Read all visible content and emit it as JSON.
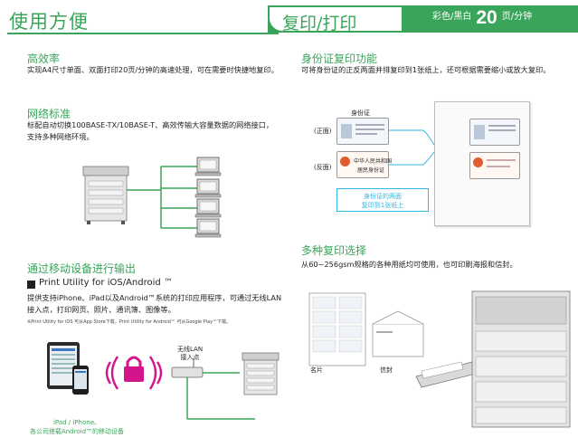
{
  "header": {
    "title": "使用方便",
    "tab_label": "复印/打印",
    "speed_mode": "彩色/黑白",
    "speed_value": "20",
    "speed_unit": "页/分钟"
  },
  "left": {
    "efficiency": {
      "heading": "高效率",
      "text": "实现A4尺寸单面、双面打印20页/分钟的高速处理，可在需要时快捷地复印。"
    },
    "network": {
      "heading": "网络标准",
      "text": "标配自动切换100BASE-TX/10BASE-T、高效传输大容量数据的网络接口，支持多种网络环境。"
    },
    "mobile": {
      "heading": "通过移动设备进行输出",
      "subheading": "Print Utility for iOS/Android ™",
      "text": "提供支持iPhone、iPad以及Android™系统的打印应用程序，可通过无线LAN接入点，打印网页、照片、通讯簿、图像等。",
      "note": "※Print Utility for iOS 可从App Store下载，Print Utility for Android™ 可从Google Play™下载。",
      "access_point_label": "无线LAN\n接入点",
      "device_caption": "iPad / iPhone、\n各公司搭载Android™的移动设备"
    }
  },
  "right": {
    "idcard": {
      "heading": "身份证复印功能",
      "text": "可将身份证的正反两面并排复印到1张纸上，还可根据需要缩小或放大复印。",
      "card_title": "身份证",
      "front_label": "(正面)",
      "back_label": "(反面)",
      "callout": "身份证的两面\n复印到1张纸上",
      "card_line1": "中华人民共和国",
      "card_line2": "居民身份证"
    },
    "copy_options": {
      "heading": "多种复印选择",
      "text": "从60~256gsm规格的各种用纸均可使用，也可印刷海报和信封。",
      "card_label": "名片",
      "envelope_label": "信封"
    }
  },
  "colors": {
    "brand_green": "#3aa55a",
    "callout_cyan": "#33b5e5",
    "lock_magenta": "#d4148a"
  }
}
